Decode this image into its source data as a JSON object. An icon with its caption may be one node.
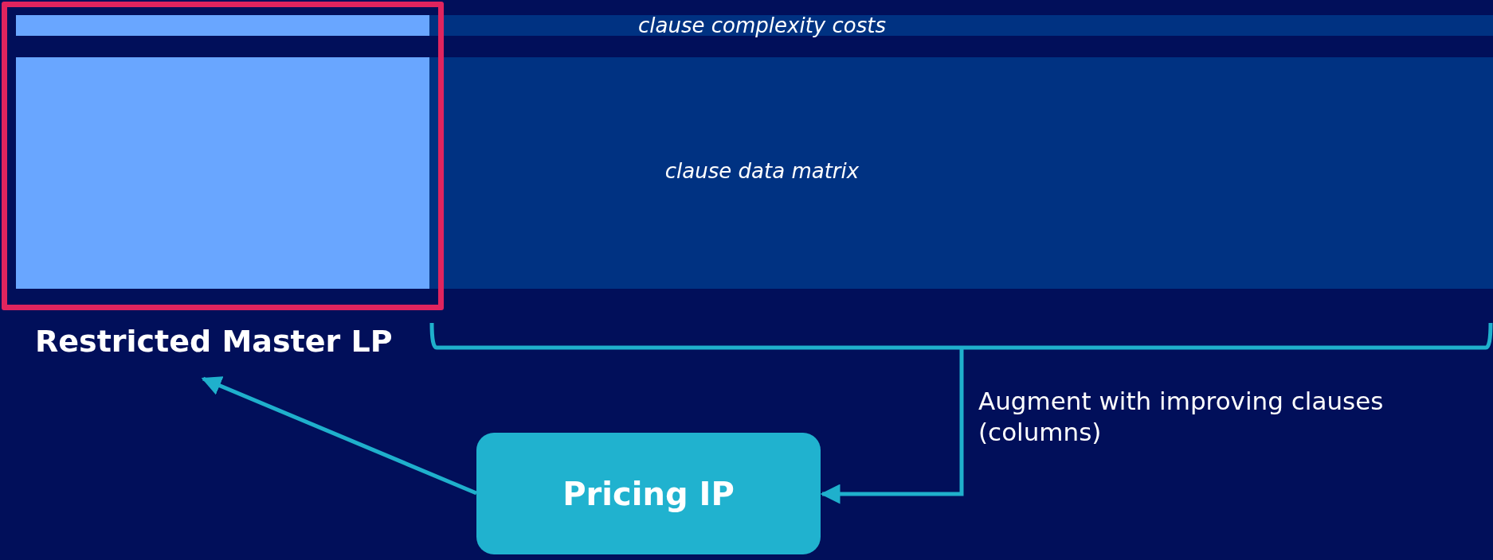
{
  "diagram": {
    "nodes": [
      {
        "text": [
          "clause complexity costs"
        ]
      },
      {
        "text": [
          "clause data matrix"
        ]
      },
      {
        "text": [
          "Restricted Master LP"
        ]
      },
      {
        "text": [
          "Pricing IP"
        ]
      }
    ],
    "edges": [
      {
        "from": 1,
        "to": 3,
        "arrow": "to",
        "label": "Augment with improving clauses (columns)"
      },
      {
        "from": 3,
        "to": 2,
        "arrow": "to"
      }
    ]
  }
}
